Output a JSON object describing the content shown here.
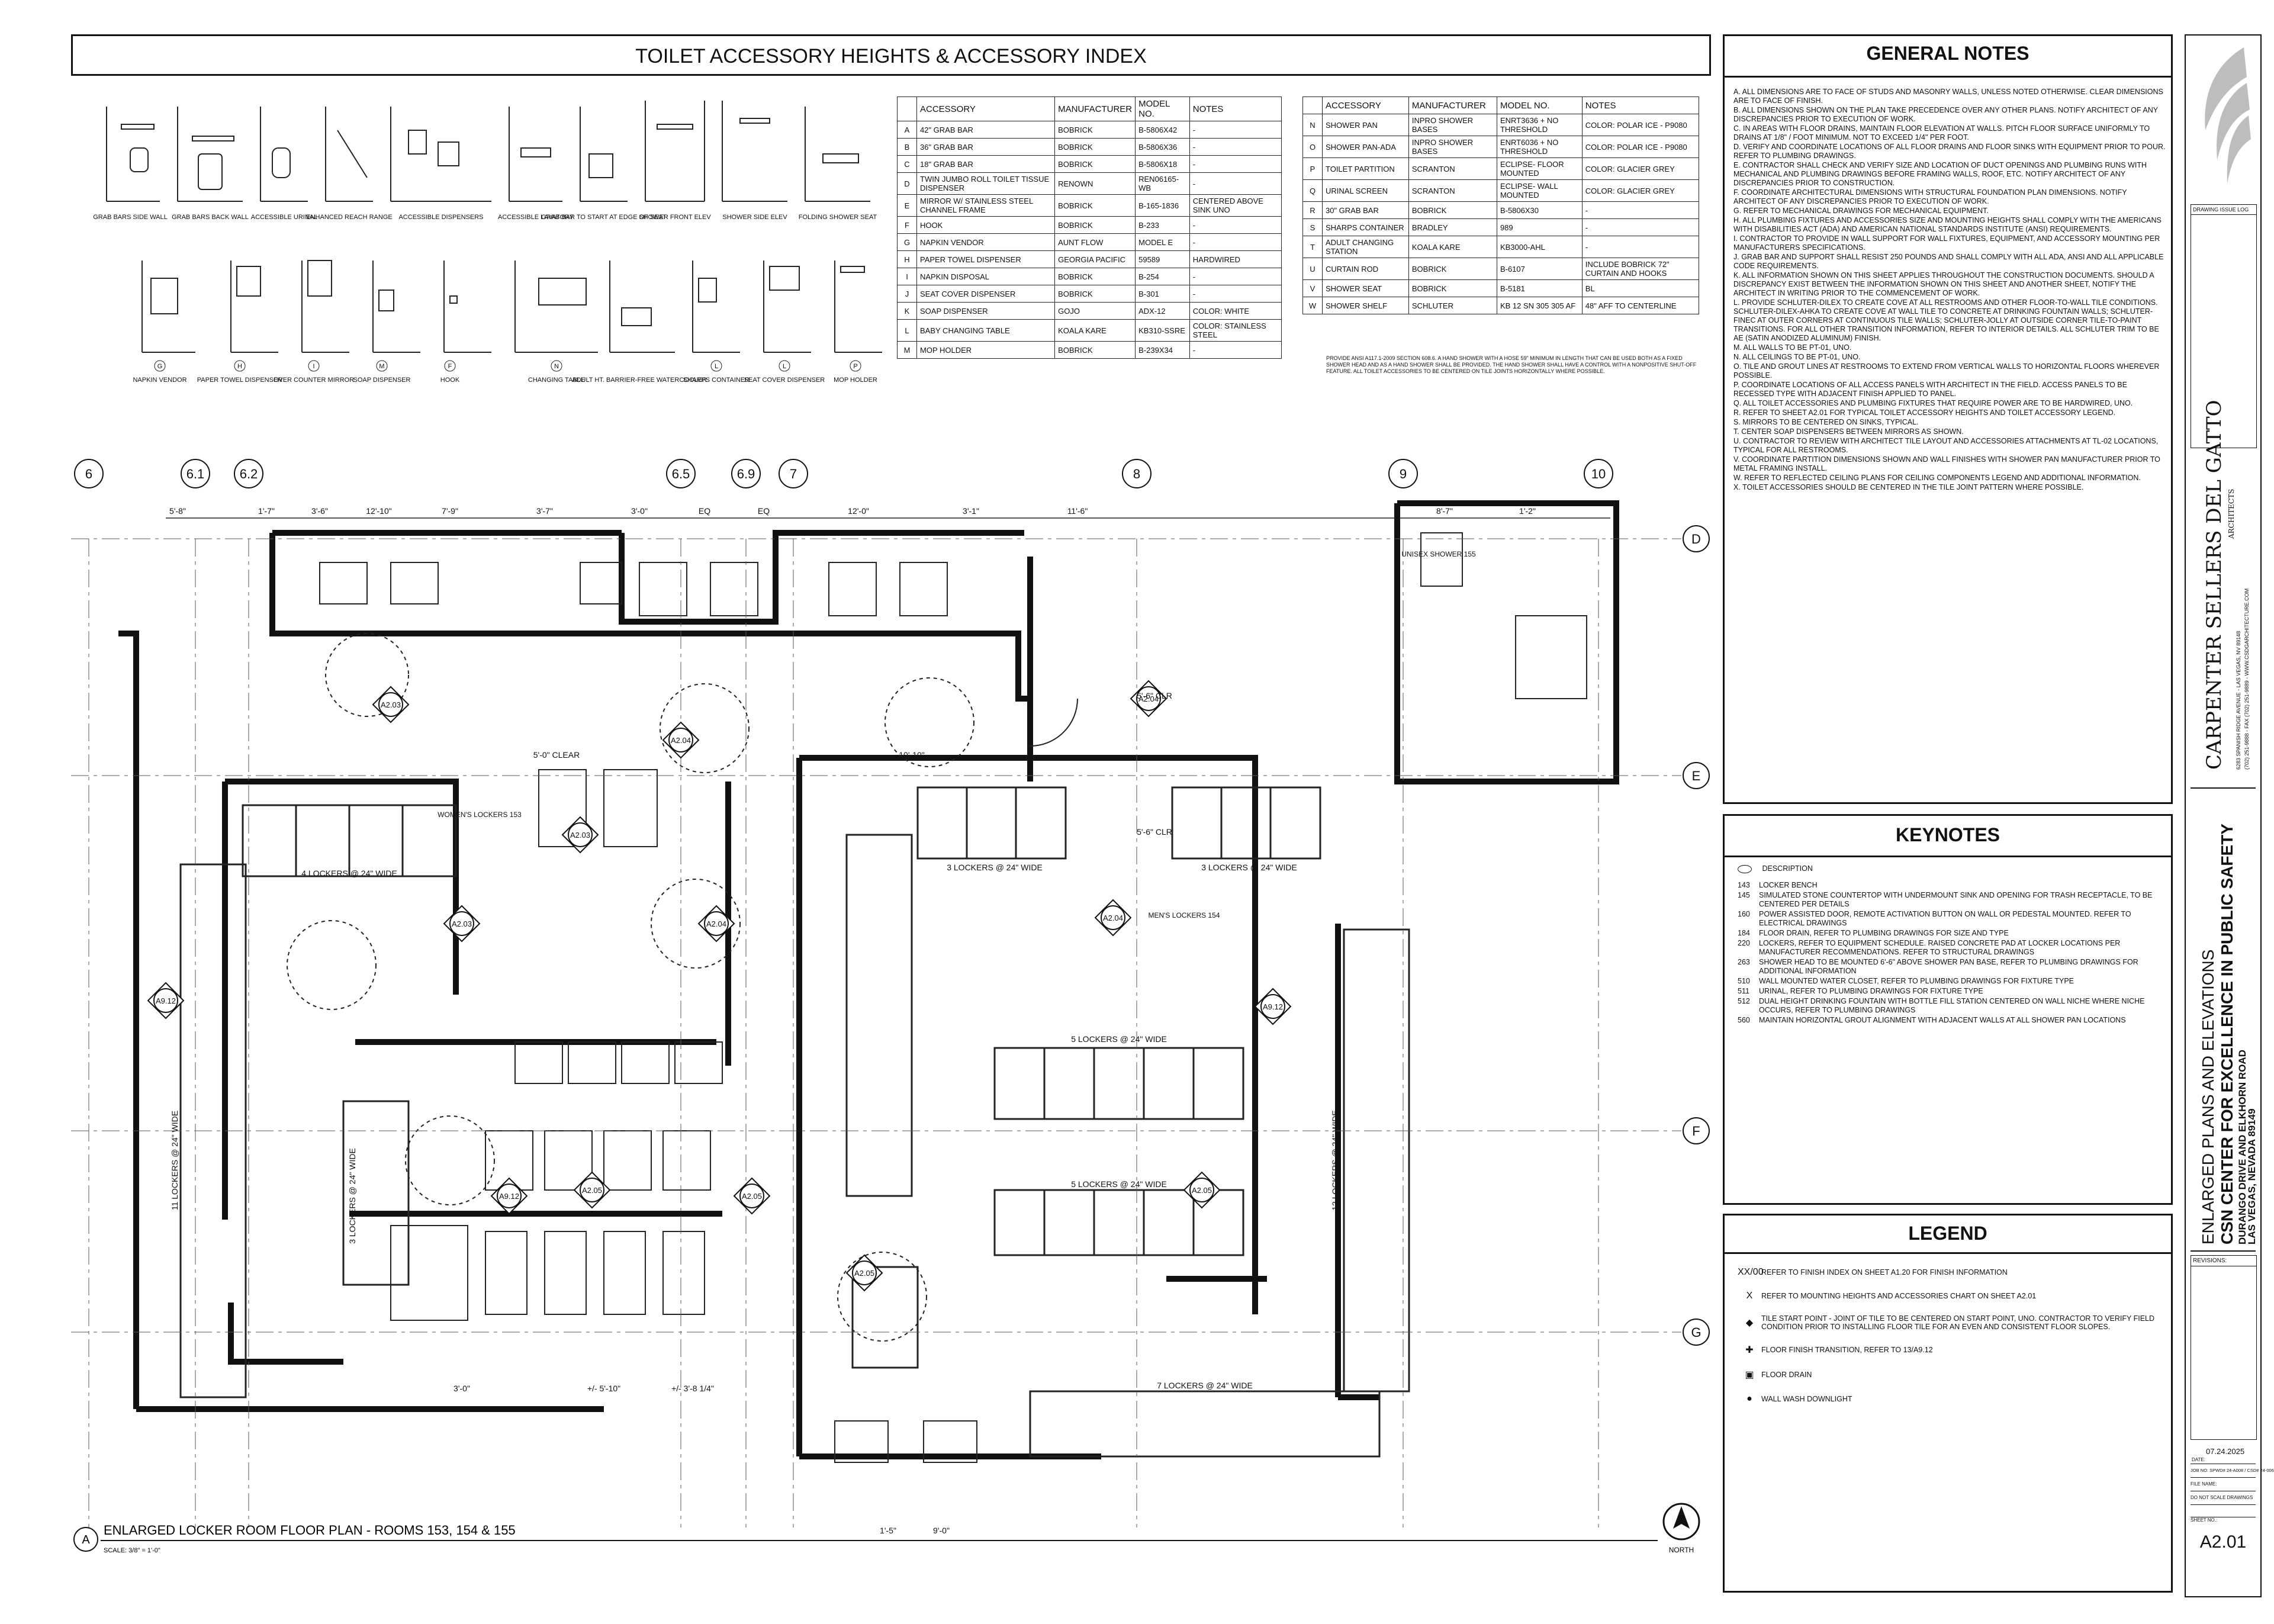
{
  "sheet_title": "TOILET ACCESSORY HEIGHTS & ACCESSORY INDEX",
  "elevation_labels_top": [
    "GRAB BARS SIDE WALL",
    "GRAB BARS BACK WALL",
    "ACCESSIBLE URINAL",
    "ENHANCED REACH RANGE",
    "ACCESSIBLE DISPENSERS",
    "ACCESSIBLE LAVATORY",
    "GRAB BAR TO START AT EDGE OF SEAT",
    "SHOWER FRONT ELEV",
    "SHOWER SIDE ELEV",
    "FOLDING SHOWER SEAT"
  ],
  "elevation_labels_bottom": [
    {
      "tag": "G",
      "label": "NAPKIN VENDOR"
    },
    {
      "tag": "H",
      "label": "PAPER TOWEL DISPENSER"
    },
    {
      "tag": "I",
      "label": "OVER COUNTER MIRROR"
    },
    {
      "tag": "M",
      "label": "SOAP DISPENSER"
    },
    {
      "tag": "F",
      "label": "HOOK"
    },
    {
      "tag": "N",
      "label": "CHANGING TABLE"
    },
    {
      "tag": "",
      "label": "ADULT HT. BARRIER-FREE WATERCOOLER"
    },
    {
      "tag": "L",
      "label": "SHARPS CONTAINER"
    },
    {
      "tag": "L",
      "label": "SEAT COVER DISPENSER"
    },
    {
      "tag": "P",
      "label": "MOP HOLDER"
    }
  ],
  "index_headers": [
    "ACCESSORY",
    "MANUFACTURER",
    "MODEL NO.",
    "NOTES"
  ],
  "index_left": [
    {
      "tag": "A",
      "accessory": "42\" GRAB BAR",
      "mfr": "BOBRICK",
      "model": "B-5806X42",
      "notes": "-"
    },
    {
      "tag": "B",
      "accessory": "36\" GRAB BAR",
      "mfr": "BOBRICK",
      "model": "B-5806X36",
      "notes": "-"
    },
    {
      "tag": "C",
      "accessory": "18\" GRAB BAR",
      "mfr": "BOBRICK",
      "model": "B-5806X18",
      "notes": "-"
    },
    {
      "tag": "D",
      "accessory": "TWIN JUMBO ROLL TOILET TISSUE DISPENSER",
      "mfr": "RENOWN",
      "model": "REN06165-WB",
      "notes": "-"
    },
    {
      "tag": "E",
      "accessory": "MIRROR W/ STAINLESS STEEL CHANNEL FRAME",
      "mfr": "BOBRICK",
      "model": "B-165-1836",
      "notes": "CENTERED ABOVE SINK UNO"
    },
    {
      "tag": "F",
      "accessory": "HOOK",
      "mfr": "BOBRICK",
      "model": "B-233",
      "notes": "-"
    },
    {
      "tag": "G",
      "accessory": "NAPKIN VENDOR",
      "mfr": "AUNT FLOW",
      "model": "MODEL E",
      "notes": "-"
    },
    {
      "tag": "H",
      "accessory": "PAPER TOWEL DISPENSER",
      "mfr": "GEORGIA PACIFIC",
      "model": "59589",
      "notes": "HARDWIRED"
    },
    {
      "tag": "I",
      "accessory": "NAPKIN DISPOSAL",
      "mfr": "BOBRICK",
      "model": "B-254",
      "notes": "-"
    },
    {
      "tag": "J",
      "accessory": "SEAT COVER DISPENSER",
      "mfr": "BOBRICK",
      "model": "B-301",
      "notes": "-"
    },
    {
      "tag": "K",
      "accessory": "SOAP DISPENSER",
      "mfr": "GOJO",
      "model": "ADX-12",
      "notes": "COLOR: WHITE"
    },
    {
      "tag": "L",
      "accessory": "BABY CHANGING TABLE",
      "mfr": "KOALA KARE",
      "model": "KB310-SSRE",
      "notes": "COLOR: STAINLESS STEEL"
    },
    {
      "tag": "M",
      "accessory": "MOP HOLDER",
      "mfr": "BOBRICK",
      "model": "B-239X34",
      "notes": "-"
    }
  ],
  "index_right": [
    {
      "tag": "N",
      "accessory": "SHOWER PAN",
      "mfr": "INPRO SHOWER BASES",
      "model": "ENRT3636 + NO THRESHOLD",
      "notes": "COLOR: POLAR ICE - P9080"
    },
    {
      "tag": "O",
      "accessory": "SHOWER PAN-ADA",
      "mfr": "INPRO SHOWER BASES",
      "model": "ENRT6036 + NO THRESHOLD",
      "notes": "COLOR: POLAR ICE - P9080"
    },
    {
      "tag": "P",
      "accessory": "TOILET PARTITION",
      "mfr": "SCRANTON",
      "model": "ECLIPSE- FLOOR MOUNTED",
      "notes": "COLOR: GLACIER GREY"
    },
    {
      "tag": "Q",
      "accessory": "URINAL SCREEN",
      "mfr": "SCRANTON",
      "model": "ECLIPSE- WALL MOUNTED",
      "notes": "COLOR: GLACIER GREY"
    },
    {
      "tag": "R",
      "accessory": "30\" GRAB BAR",
      "mfr": "BOBRICK",
      "model": "B-5806X30",
      "notes": "-"
    },
    {
      "tag": "S",
      "accessory": "SHARPS CONTAINER",
      "mfr": "BRADLEY",
      "model": "989",
      "notes": "-"
    },
    {
      "tag": "T",
      "accessory": "ADULT CHANGING STATION",
      "mfr": "KOALA KARE",
      "model": "KB3000-AHL",
      "notes": "-"
    },
    {
      "tag": "U",
      "accessory": "CURTAIN ROD",
      "mfr": "BOBRICK",
      "model": "B-6107",
      "notes": "INCLUDE BOBRICK 72\" CURTAIN AND HOOKS"
    },
    {
      "tag": "V",
      "accessory": "SHOWER SEAT",
      "mfr": "BOBRICK",
      "model": "B-5181",
      "notes": "BL"
    },
    {
      "tag": "W",
      "accessory": "SHOWER SHELF",
      "mfr": "SCHLUTER",
      "model": "KB 12 SN 305 305 AF",
      "notes": "48\" AFF TO CENTERLINE"
    }
  ],
  "index_footnote": "PROVIDE ANSI A117.1-2009 SECTION 608.6. A HAND SHOWER WITH A HOSE 59\" MINIMUM IN LENGTH THAT CAN BE USED BOTH AS A FIXED SHOWER HEAD AND AS A HAND SHOWER SHALL BE PROVIDED. THE HAND SHOWER SHALL HAVE A CONTROL WITH A NONPOSITIVE SHUT-OFF FEATURE. ALL TOILET ACCESSORIES TO BE CENTERED ON TILE JOINTS HORIZONTALLY WHERE POSSIBLE.",
  "general_notes_title": "GENERAL NOTES",
  "general_notes": [
    "A. ALL DIMENSIONS ARE TO FACE OF STUDS AND MASONRY WALLS, UNLESS NOTED OTHERWISE. CLEAR DIMENSIONS ARE TO FACE OF FINISH.",
    "B. ALL DIMENSIONS SHOWN ON THE PLAN TAKE PRECEDENCE OVER ANY OTHER PLANS. NOTIFY ARCHITECT OF ANY DISCREPANCIES PRIOR TO EXECUTION OF WORK.",
    "C. IN AREAS WITH FLOOR DRAINS, MAINTAIN FLOOR ELEVATION AT WALLS. PITCH FLOOR SURFACE UNIFORMLY TO DRAINS AT 1/8\" / FOOT MINIMUM. NOT TO EXCEED 1/4\" PER FOOT.",
    "D. VERIFY AND COORDINATE LOCATIONS OF ALL FLOOR DRAINS AND FLOOR SINKS WITH EQUIPMENT PRIOR TO POUR. REFER TO PLUMBING DRAWINGS.",
    "E. CONTRACTOR SHALL CHECK AND VERIFY SIZE AND LOCATION OF DUCT OPENINGS AND PLUMBING RUNS WITH MECHANICAL AND PLUMBING DRAWINGS BEFORE FRAMING WALLS, ROOF, ETC. NOTIFY ARCHITECT OF ANY DISCREPANCIES PRIOR TO CONSTRUCTION.",
    "F. COORDINATE ARCHITECTURAL DIMENSIONS WITH STRUCTURAL FOUNDATION PLAN DIMENSIONS. NOTIFY ARCHITECT OF ANY DISCREPANCIES PRIOR TO EXECUTION OF WORK.",
    "G. REFER TO MECHANICAL DRAWINGS FOR MECHANICAL EQUIPMENT.",
    "H. ALL PLUMBING FIXTURES AND ACCESSORIES SIZE AND MOUNTING HEIGHTS SHALL COMPLY WITH THE AMERICANS WITH DISABILITIES ACT (ADA) AND AMERICAN NATIONAL STANDARDS INSTITUTE (ANSI) REQUIREMENTS.",
    "I. CONTRACTOR TO PROVIDE IN WALL SUPPORT FOR WALL FIXTURES, EQUIPMENT, AND ACCESSORY MOUNTING PER MANUFACTURERS SPECIFICATIONS.",
    "J. GRAB BAR AND SUPPORT SHALL RESIST 250 POUNDS AND SHALL COMPLY WITH ALL ADA, ANSI AND ALL APPLICABLE CODE REQUIREMENTS.",
    "K. ALL INFORMATION SHOWN ON THIS SHEET APPLIES THROUGHOUT THE CONSTRUCTION DOCUMENTS. SHOULD A DISCREPANCY EXIST BETWEEN THE INFORMATION SHOWN ON THIS SHEET AND ANOTHER SHEET, NOTIFY THE ARCHITECT IN WRITING PRIOR TO THE COMMENCEMENT OF WORK.",
    "L. PROVIDE SCHLUTER-DILEX TO CREATE COVE AT ALL RESTROOMS AND OTHER FLOOR-TO-WALL TILE CONDITIONS. SCHLUTER-DILEX-AHKA TO CREATE COVE AT WALL TILE TO CONCRETE AT DRINKING FOUNTAIN WALLS; SCHLUTER-FINEC AT OUTER CORNERS AT CONTINUOUS TILE WALLS; SCHLUTER-JOLLY AT OUTSIDE CORNER TILE-TO-PAINT TRANSITIONS. FOR ALL OTHER TRANSITION INFORMATION, REFER TO INTERIOR DETAILS. ALL SCHLUTER TRIM TO BE AE (SATIN ANODIZED ALUMINUM) FINISH.",
    "M. ALL WALLS TO BE PT-01, UNO.",
    "N. ALL CEILINGS TO BE PT-01, UNO.",
    "O. TILE AND GROUT LINES AT RESTROOMS TO EXTEND FROM VERTICAL WALLS TO HORIZONTAL FLOORS WHEREVER POSSIBLE.",
    "P. COORDINATE LOCATIONS OF ALL ACCESS PANELS WITH ARCHITECT IN THE FIELD. ACCESS PANELS TO BE RECESSED TYPE WITH ADJACENT FINISH APPLIED TO PANEL.",
    "Q. ALL TOILET ACCESSORIES AND PLUMBING FIXTURES THAT REQUIRE POWER ARE TO BE HARDWIRED, UNO.",
    "R. REFER TO SHEET A2.01 FOR TYPICAL TOILET ACCESSORY HEIGHTS AND TOILET ACCESSORY LEGEND.",
    "S. MIRRORS TO BE CENTERED ON SINKS, TYPICAL.",
    "T. CENTER SOAP DISPENSERS BETWEEN MIRRORS AS SHOWN.",
    "U. CONTRACTOR TO REVIEW WITH ARCHITECT TILE LAYOUT AND ACCESSORIES ATTACHMENTS AT TL-02 LOCATIONS, TYPICAL FOR ALL RESTROOMS.",
    "V. COORDINATE PARTITION DIMENSIONS SHOWN AND WALL FINISHES WITH SHOWER PAN MANUFACTURER PRIOR TO METAL FRAMING INSTALL.",
    "W. REFER TO REFLECTED CEILING PLANS FOR CEILING COMPONENTS LEGEND AND ADDITIONAL INFORMATION.",
    "X. TOILET ACCESSORIES SHOULD BE CENTERED IN THE TILE JOINT PATTERN WHERE POSSIBLE."
  ],
  "keynotes_title": "KEYNOTES",
  "keynotes_header": "DESCRIPTION",
  "keynotes": [
    {
      "n": "143",
      "d": "LOCKER BENCH"
    },
    {
      "n": "145",
      "d": "SIMULATED STONE COUNTERTOP WITH UNDERMOUNT SINK AND OPENING FOR TRASH RECEPTACLE, TO BE CENTERED PER DETAILS"
    },
    {
      "n": "160",
      "d": "POWER ASSISTED DOOR, REMOTE ACTIVATION BUTTON ON WALL OR PEDESTAL MOUNTED. REFER TO ELECTRICAL DRAWINGS"
    },
    {
      "n": "184",
      "d": "FLOOR DRAIN, REFER TO PLUMBING DRAWINGS FOR SIZE AND TYPE"
    },
    {
      "n": "220",
      "d": "LOCKERS, REFER TO EQUIPMENT SCHEDULE. RAISED CONCRETE PAD AT LOCKER LOCATIONS PER MANUFACTURER RECOMMENDATIONS. REFER TO STRUCTURAL DRAWINGS"
    },
    {
      "n": "263",
      "d": "SHOWER HEAD TO BE MOUNTED 6'-6\" ABOVE SHOWER PAN BASE, REFER TO PLUMBING DRAWINGS FOR ADDITIONAL INFORMATION"
    },
    {
      "n": "510",
      "d": "WALL MOUNTED WATER CLOSET, REFER TO PLUMBING DRAWINGS FOR FIXTURE TYPE"
    },
    {
      "n": "511",
      "d": "URINAL, REFER TO PLUMBING DRAWINGS FOR FIXTURE TYPE"
    },
    {
      "n": "512",
      "d": "DUAL HEIGHT DRINKING FOUNTAIN WITH BOTTLE FILL STATION CENTERED ON WALL NICHE WHERE NICHE OCCURS, REFER TO PLUMBING DRAWINGS"
    },
    {
      "n": "560",
      "d": "MAINTAIN HORIZONTAL GROUT ALIGNMENT WITH ADJACENT WALLS AT ALL SHOWER PAN LOCATIONS"
    }
  ],
  "legend_title": "LEGEND",
  "legend": [
    {
      "sym": "XX/00",
      "d": "REFER TO FINISH INDEX ON SHEET A1.20 FOR FINISH INFORMATION"
    },
    {
      "sym": "X",
      "d": "REFER TO MOUNTING HEIGHTS AND ACCESSORIES CHART ON SHEET A2.01"
    },
    {
      "sym": "◆",
      "d": "TILE START POINT - JOINT OF TILE TO BE CENTERED ON START POINT, UNO. CONTRACTOR TO VERIFY FIELD CONDITION PRIOR TO INSTALLING FLOOR TILE FOR AN EVEN AND CONSISTENT FLOOR SLOPES."
    },
    {
      "sym": "✚",
      "d": "FLOOR FINISH TRANSITION, REFER TO 13/A9.12"
    },
    {
      "sym": "▣",
      "d": "FLOOR DRAIN"
    },
    {
      "sym": "●",
      "d": "WALL WASH DOWNLIGHT"
    }
  ],
  "grid_cols": [
    "6",
    "6.1",
    "6.2",
    "6.5",
    "6.9",
    "7",
    "8",
    "9",
    "10"
  ],
  "grid_rows": [
    "D",
    "E",
    "F",
    "G"
  ],
  "room_labels": [
    "WOMEN'S LOCKERS 153",
    "MEN'S LOCKERS 154",
    "UNISEX SHOWER 155"
  ],
  "locker_labels": [
    "4 LOCKERS @ 24\" WIDE",
    "3 LOCKERS @ 24\" WIDE",
    "3 LOCKERS @ 24\" WIDE",
    "5 LOCKERS @ 24\" WIDE",
    "5 LOCKERS @ 24\" WIDE",
    "7 LOCKERS @ 24\" WIDE",
    "11 LOCKERS @ 24\" WIDE",
    "12 LOCKERS @ 24\" WIDE",
    "3 LOCKERS @ 24\" WIDE"
  ],
  "plan_callouts": [
    "A2.03",
    "A2.04",
    "A2.03",
    "A2.04",
    "A2.03",
    "A2.04",
    "A2.05",
    "A2.05",
    "A2.04",
    "A2.05",
    "A2.05",
    "A9.12",
    "A9.12",
    "A9.12"
  ],
  "plan_dims": [
    "5'-8\"",
    "1'-7\"",
    "3'-6\"",
    "12'-10\"",
    "7'-9\"",
    "3'-7\"",
    "3'-0\"",
    "EQ",
    "EQ",
    "12'-0\"",
    "3'-1\"",
    "11'-6\"",
    "8'-7\"",
    "1'-2\"",
    "5'-6\" CLR",
    "5'-0\" CLEAR",
    "10'-10\"",
    "5'-6\" CLR",
    "3'-0\"",
    "+/- 5'-10\"",
    "+/- 3'-8 1/4\"",
    "9'-0\"",
    "1'-5\""
  ],
  "drawing_title": "ENLARGED LOCKER ROOM FLOOR PLAN - ROOMS 153, 154 & 155",
  "drawing_tag": "A",
  "drawing_scale": "SCALE: 3/8\" = 1'-0\"",
  "north_label": "NORTH",
  "firm_name": "CARPENTER SELLERS DEL GATTO",
  "firm_sub": "ARCHITECTS",
  "firm_address": "6283 SPANISH RIDGE AVENUE - LAS VEGAS, NV 89148",
  "firm_phone": "(702) 251-9888 - FAX (702) 251-9889 - WWW.CSDGARCHITECTURE.COM",
  "drawing_issue_log": "DRAWING ISSUE LOG",
  "project_sheet_title": "ENLARGED PLANS AND ELEVATIONS",
  "project_name": "CSN CENTER FOR EXCELLENCE IN PUBLIC SAFETY",
  "project_address_1": "DURANGO DRIVE AND ELKHORN ROAD",
  "project_address_2": "LAS VEGAS, NEVADA 89149",
  "revisions_label": "REVISIONS:",
  "date_label": "DATE:",
  "date_value": "07.24.2025",
  "job_no": "JOB NO: SPWD# 24-A008 / CSD# 24-006",
  "file_name": "FILE NAME:",
  "dnsd": "DO NOT SCALE DRAWINGS",
  "sheet_no_label": "SHEET NO.:",
  "sheet_no": "A2.01"
}
